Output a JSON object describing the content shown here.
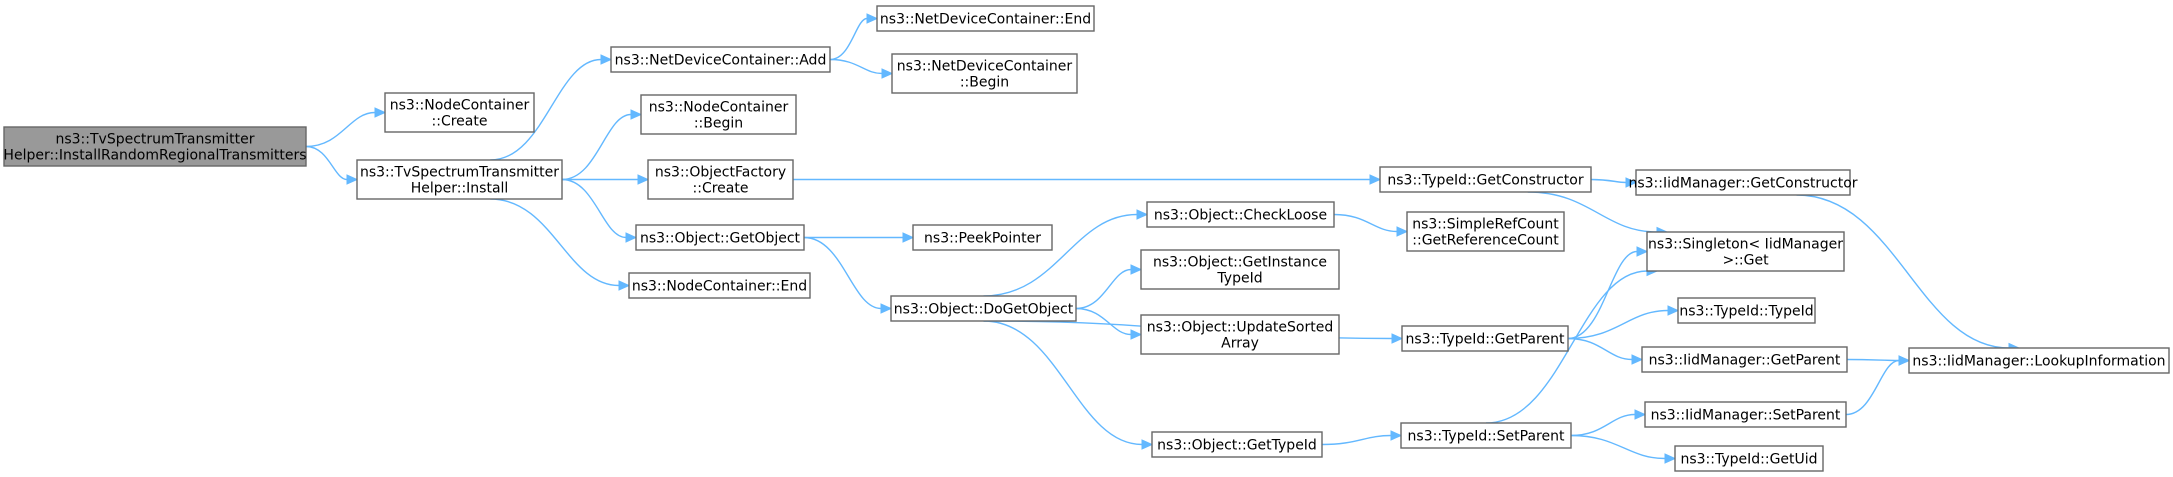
{
  "graph": {
    "nodes": [
      {
        "id": "root",
        "lines": [
          "ns3::TvSpectrumTransmitter",
          "Helper::InstallRandomRegionalTransmitters"
        ],
        "highlight": true
      },
      {
        "id": "nc_create",
        "lines": [
          "ns3::NodeContainer",
          "::Create"
        ]
      },
      {
        "id": "install",
        "lines": [
          "ns3::TvSpectrumTransmitter",
          "Helper::Install"
        ]
      },
      {
        "id": "ndc_add",
        "lines": [
          "ns3::NetDeviceContainer::Add"
        ]
      },
      {
        "id": "ndc_end",
        "lines": [
          "ns3::NetDeviceContainer::End"
        ]
      },
      {
        "id": "ndc_begin",
        "lines": [
          "ns3::NetDeviceContainer",
          "::Begin"
        ]
      },
      {
        "id": "nc_begin",
        "lines": [
          "ns3::NodeContainer",
          "::Begin"
        ]
      },
      {
        "id": "of_create",
        "lines": [
          "ns3::ObjectFactory",
          "::Create"
        ]
      },
      {
        "id": "obj_getobject",
        "lines": [
          "ns3::Object::GetObject"
        ]
      },
      {
        "id": "nc_end",
        "lines": [
          "ns3::NodeContainer::End"
        ]
      },
      {
        "id": "peekpointer",
        "lines": [
          "ns3::PeekPointer"
        ]
      },
      {
        "id": "dogetobject",
        "lines": [
          "ns3::Object::DoGetObject"
        ]
      },
      {
        "id": "checkloose",
        "lines": [
          "ns3::Object::CheckLoose"
        ]
      },
      {
        "id": "getinstancetypeid",
        "lines": [
          "ns3::Object::GetInstance",
          "TypeId"
        ]
      },
      {
        "id": "updatesorted",
        "lines": [
          "ns3::Object::UpdateSorted",
          "Array"
        ]
      },
      {
        "id": "obj_gettypeid",
        "lines": [
          "ns3::Object::GetTypeId"
        ]
      },
      {
        "id": "getrefcount",
        "lines": [
          "ns3::SimpleRefCount",
          "::GetReferenceCount"
        ]
      },
      {
        "id": "tid_getconstructor",
        "lines": [
          "ns3::TypeId::GetConstructor"
        ]
      },
      {
        "id": "tid_getparent",
        "lines": [
          "ns3::TypeId::GetParent"
        ]
      },
      {
        "id": "tid_setparent",
        "lines": [
          "ns3::TypeId::SetParent"
        ]
      },
      {
        "id": "iid_getconstructor",
        "lines": [
          "ns3::IidManager::GetConstructor"
        ]
      },
      {
        "id": "singleton_get",
        "lines": [
          "ns3::Singleton< IidManager",
          " >::Get"
        ]
      },
      {
        "id": "tid_typeid",
        "lines": [
          "ns3::TypeId::TypeId"
        ]
      },
      {
        "id": "iid_getparent",
        "lines": [
          "ns3::IidManager::GetParent"
        ]
      },
      {
        "id": "iid_setparent",
        "lines": [
          "ns3::IidManager::SetParent"
        ]
      },
      {
        "id": "tid_getuid",
        "lines": [
          "ns3::TypeId::GetUid"
        ]
      },
      {
        "id": "iid_lookup",
        "lines": [
          "ns3::IidManager::LookupInformation"
        ]
      }
    ],
    "edges": [
      [
        "root",
        "nc_create"
      ],
      [
        "root",
        "install"
      ],
      [
        "install",
        "ndc_add"
      ],
      [
        "install",
        "nc_begin"
      ],
      [
        "install",
        "of_create"
      ],
      [
        "install",
        "obj_getobject"
      ],
      [
        "install",
        "nc_end"
      ],
      [
        "ndc_add",
        "ndc_end"
      ],
      [
        "ndc_add",
        "ndc_begin"
      ],
      [
        "of_create",
        "tid_getconstructor"
      ],
      [
        "obj_getobject",
        "peekpointer"
      ],
      [
        "obj_getobject",
        "dogetobject"
      ],
      [
        "dogetobject",
        "checkloose"
      ],
      [
        "dogetobject",
        "getinstancetypeid"
      ],
      [
        "dogetobject",
        "updatesorted"
      ],
      [
        "dogetobject",
        "tid_getparent"
      ],
      [
        "dogetobject",
        "obj_gettypeid"
      ],
      [
        "checkloose",
        "getrefcount"
      ],
      [
        "tid_getconstructor",
        "iid_getconstructor"
      ],
      [
        "tid_getconstructor",
        "singleton_get"
      ],
      [
        "iid_getconstructor",
        "iid_lookup"
      ],
      [
        "tid_getparent",
        "singleton_get"
      ],
      [
        "tid_getparent",
        "tid_typeid"
      ],
      [
        "tid_getparent",
        "iid_getparent"
      ],
      [
        "iid_getparent",
        "iid_lookup"
      ],
      [
        "obj_gettypeid",
        "tid_setparent"
      ],
      [
        "tid_setparent",
        "singleton_get"
      ],
      [
        "tid_setparent",
        "iid_setparent"
      ],
      [
        "tid_setparent",
        "tid_getuid"
      ],
      [
        "iid_setparent",
        "iid_lookup"
      ]
    ]
  }
}
